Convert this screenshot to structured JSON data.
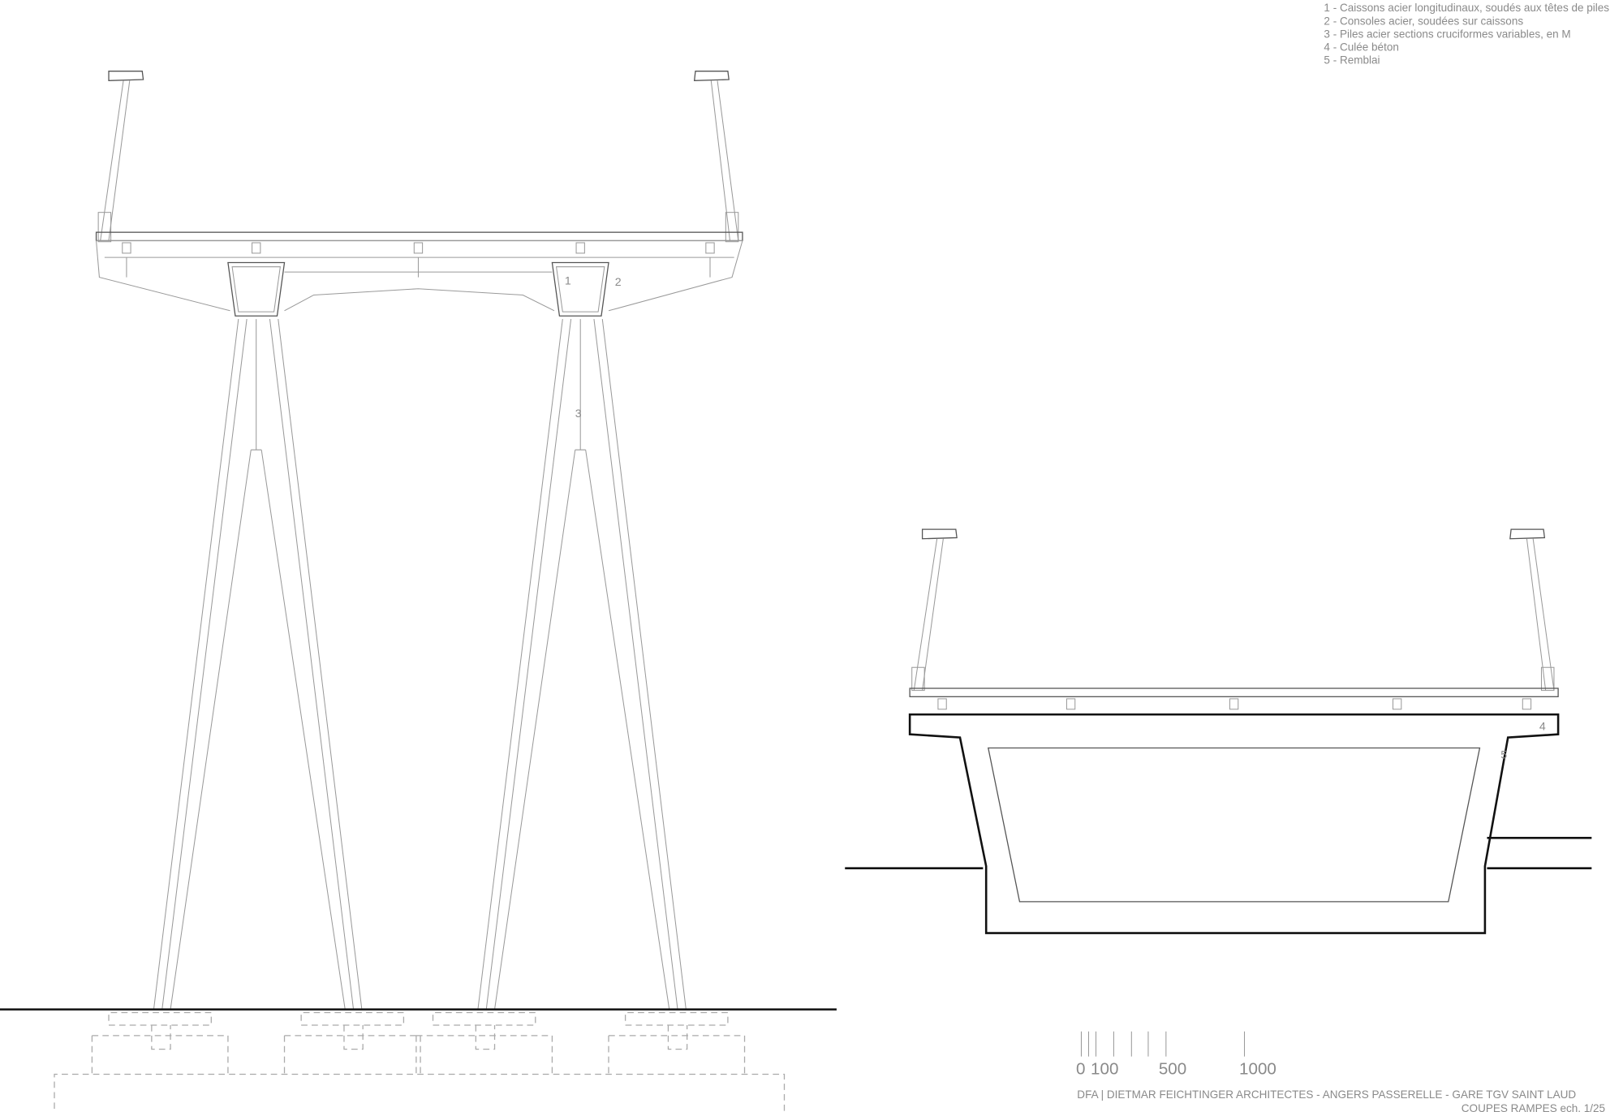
{
  "legend": [
    "1 - Caissons acier longitudinaux, soudés aux têtes de piles",
    "2 - Consoles acier, soudées sur caissons",
    "3 - Piles acier sections cruciformes variables, en M",
    "4 - Culée béton",
    "5 - Remblai"
  ],
  "labels": {
    "l1": "1",
    "l2": "2",
    "l3": "3",
    "l4": "4",
    "l5": "5"
  },
  "scale_bar": {
    "t0": "0",
    "t100": "100",
    "t500": "500",
    "t1000": "1000"
  },
  "title_block": {
    "line1": "DFA  |   DIETMAR FEICHTINGER ARCHITECTES - ANGERS PASSERELLE - GARE TGV SAINT LAUD",
    "line2": "COUPES RAMPES  ech. 1/25"
  }
}
